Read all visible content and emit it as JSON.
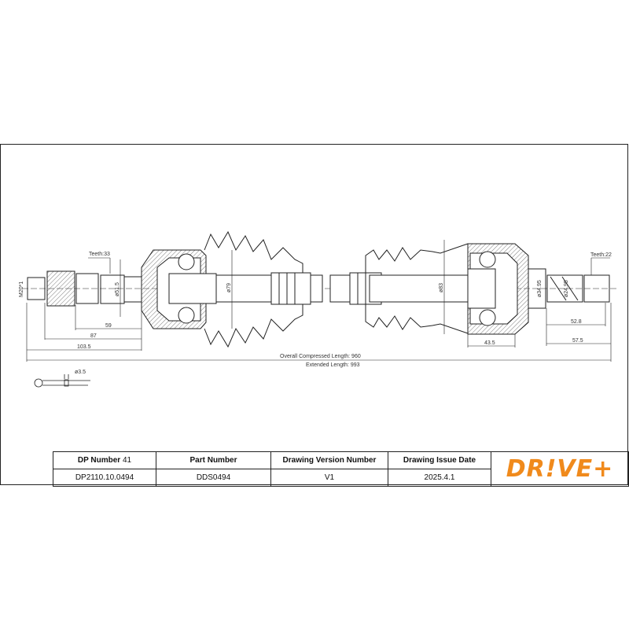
{
  "drawing": {
    "teeth_left": "Teeth:33",
    "teeth_right": "Teeth:22",
    "thread": "M20*1",
    "dia_51_5": "ø51.5",
    "dia_79": "ø79",
    "dia_83": "ø83",
    "dia_34_95": "ø34.95",
    "dia_24_95": "ø24.95",
    "dim_59": "59",
    "dim_87": "87",
    "dim_103_5": "103.5",
    "dim_43_5": "43.5",
    "dim_52_8": "52.8",
    "dim_57_5": "57.5",
    "compressed": "Overall  Compressed  Length: 960",
    "extended": "Extended  Length: 993",
    "pin_dia": "ø3.5"
  },
  "table": {
    "headers": [
      {
        "label": "DP Number",
        "extra": "41"
      },
      {
        "label": "Part Number"
      },
      {
        "label": "Drawing Version Number"
      },
      {
        "label": "Drawing Issue Date"
      }
    ],
    "values": [
      "DP2110.10.0494",
      "DDS0494",
      "V1",
      "2025.4.1"
    ],
    "logo": "DR!VE+"
  },
  "colors": {
    "brand": "#f08a1c",
    "line": "#222222"
  }
}
